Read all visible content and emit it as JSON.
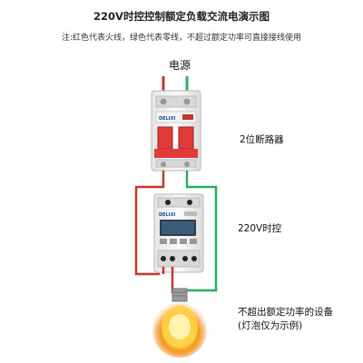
{
  "title": "220V时控控制额定负载交流电演示图",
  "note": "注:红色代表火线，绿色代表零线，不超过额定功率可直接接线使用",
  "labels": {
    "power": "电源",
    "breaker": "2位断路器",
    "timer": "220V时控",
    "device_line1": "不超出额定功率的设备",
    "device_line2": "(灯泡仅为示例)"
  },
  "devices": {
    "breaker_brand": "DELIXI",
    "timer_brand": "DELIXI"
  },
  "colors": {
    "live_wire": "#c0392b",
    "neutral_wire": "#27ae60"
  }
}
